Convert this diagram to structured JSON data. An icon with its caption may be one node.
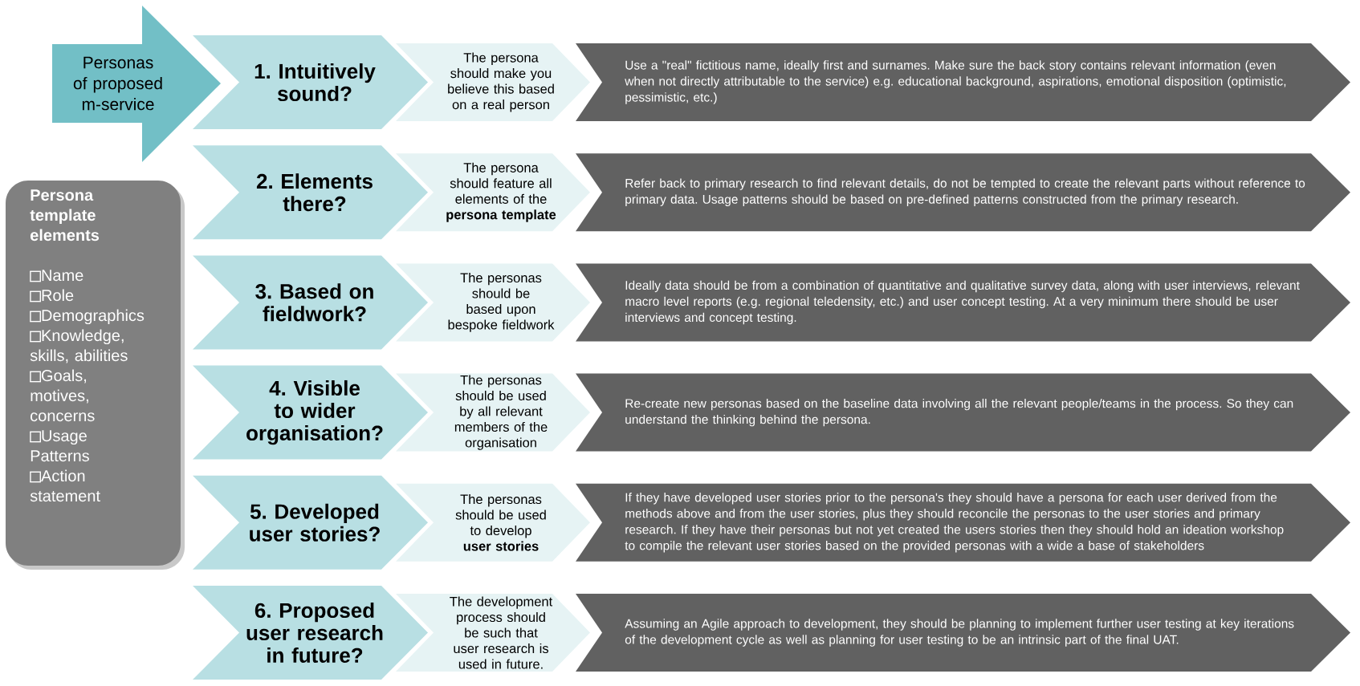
{
  "diagram": {
    "nodes": [
      {
        "text": [
          "Personas of proposed m-service"
        ]
      },
      {
        "text": [
          "Persona template elements",
          "Name",
          "Role",
          "Demographics",
          "Knowledge, skills, abilities",
          "Goals, motives, concerns",
          "Usage Patterns",
          "Action statement"
        ]
      },
      {
        "text": [
          "1. Intuitively sound?"
        ]
      },
      {
        "text": [
          "The persona should make you believe this based on a real person"
        ]
      },
      {
        "text": [
          "Use a \"real\" fictitious name, ideally first and surnames. Make sure the back story contains relevant information (even when not directly attributable to the service) e.g. educational background, aspirations, emotional disposition (optimistic, pessimistic, etc.)"
        ]
      },
      {
        "text": [
          "2. Elements there?"
        ]
      },
      {
        "text": [
          "The persona should feature all elements of the **persona template**"
        ]
      },
      {
        "text": [
          "Refer back to primary research to find relevant details, do not be tempted to create the relevant parts without reference to primary data. Usage patterns should be based on pre-defined patterns constructed from the primary research."
        ]
      },
      {
        "text": [
          "3. Based on fieldwork?"
        ]
      },
      {
        "text": [
          "The personas should be based upon bespoke fieldwork"
        ]
      },
      {
        "text": [
          "Ideally data should be from a combination of quantitative and qualitative survey data, along with user interviews, relevant macro level reports (e.g. regional teledensity, etc.) and user concept testing. At a very minimum there should be user interviews and concept testing."
        ]
      },
      {
        "text": [
          "4. Visible to wider organisation?"
        ]
      },
      {
        "text": [
          "The personas should be used by all relevant members of the organisation"
        ]
      },
      {
        "text": [
          "Re-create new personas based on the baseline data involving all the relevant people/teams in the process. So they can understand the thinking behind the persona."
        ]
      },
      {
        "text": [
          "5. Developed user stories?"
        ]
      },
      {
        "text": [
          "The personas should be used to develop **user stories**"
        ]
      },
      {
        "text": [
          "If they have developed user stories prior to the persona's they should have a persona for each user derived from the methods above and from the user stories, plus they should reconcile the personas to the user stories and primary research. If they have their personas but not yet created the users stories then they should hold an ideation workshop to compile the relevant user stories based on the provided personas with a wide a base of stakeholders"
        ]
      },
      {
        "text": [
          "6. Proposed user research in future?"
        ]
      },
      {
        "text": [
          "The development process should be such that user research is used in future."
        ]
      },
      {
        "text": [
          "Assuming an Agile approach to development, they should be planning to implement further user testing at key iterations of the development cycle as well as planning for user testing to be an intrinsic part of the final UAT."
        ]
      }
    ]
  }
}
